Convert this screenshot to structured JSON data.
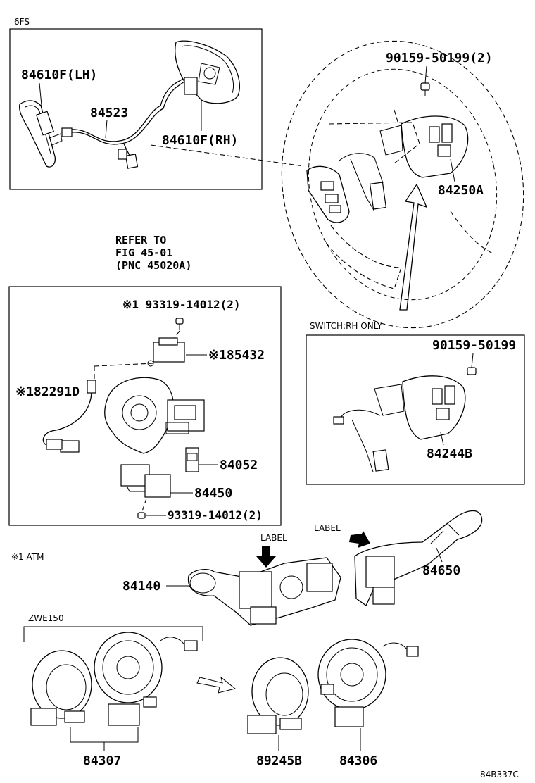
{
  "labels": {
    "variant_6fs": "6FS",
    "p_84610f_lh": "84610F(LH)",
    "p_84523": "84523",
    "p_84610f_rh": "84610F(RH)",
    "p_90159_top": "90159-50199(2)",
    "p_84250a": "84250A",
    "refer_line1": "REFER TO",
    "refer_line2": "FIG 45-01",
    "refer_line3": "(PNC 45020A)",
    "p_93319_top": "※1 93319-14012(2)",
    "p_85432": "※185432",
    "p_82291d": "※182291D",
    "p_84052": "84052",
    "p_84450": "84450",
    "p_93319_bottom": "93319-14012(2)",
    "switch_note": "SWITCH:RH ONLY",
    "p_90159_box": "90159-50199",
    "p_84244b": "84244B",
    "label_right": "LABEL",
    "label_left": "LABEL",
    "p_84650": "84650",
    "atm_note": "※1 ATM",
    "p_84140": "84140",
    "zwe_note": "ZWE150",
    "p_84307": "84307",
    "p_89245b": "89245B",
    "p_84306": "84306",
    "fig_code": "84B337C"
  }
}
